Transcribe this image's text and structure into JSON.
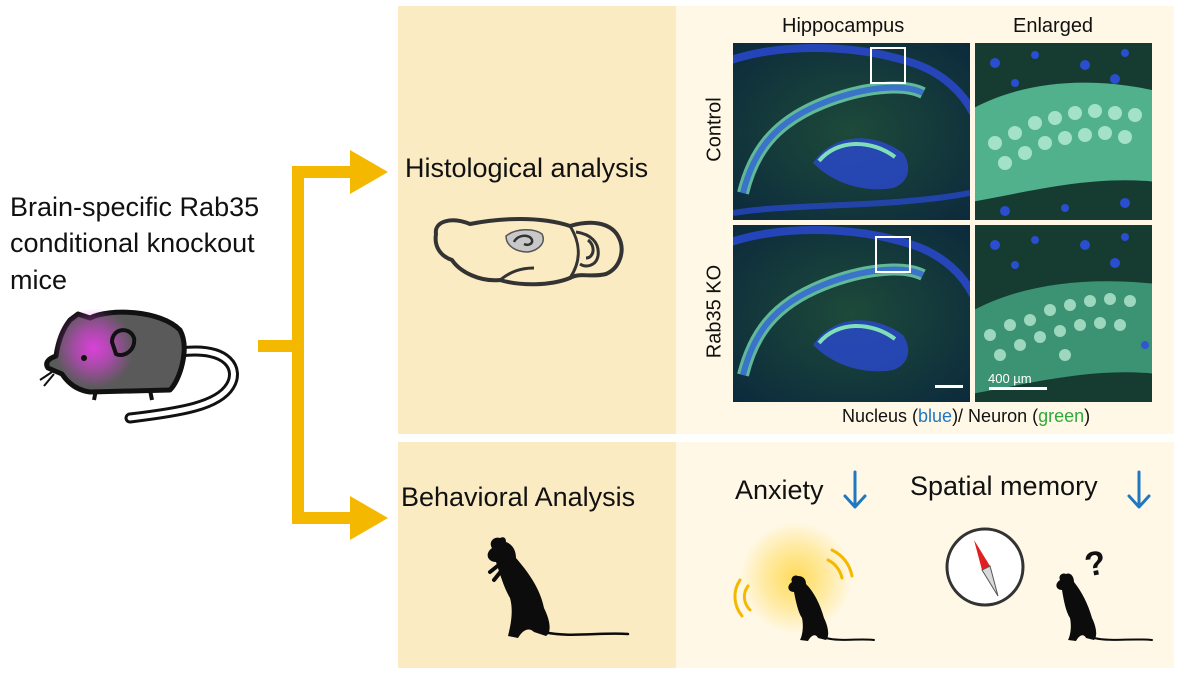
{
  "mouse_model": {
    "line1": "Brain-specific Rab35",
    "line2": "conditional knockout",
    "line3": "mice"
  },
  "histology": {
    "title": "Histological analysis",
    "col_hippocampus": "Hippocampus",
    "col_enlarged": "Enlarged",
    "row_control": "Control",
    "row_ko": "Rab35 KO",
    "scale_bar": "400 µm",
    "legend_prefix": "Nucleus (",
    "legend_blue": "blue",
    "legend_mid": ")/ Neuron (",
    "legend_green": "green",
    "legend_suffix": ")"
  },
  "behavior": {
    "title": "Behavioral Analysis",
    "anxiety": "Anxiety",
    "spatial_memory": "Spatial memory",
    "question_mark": "?"
  },
  "colors": {
    "arrow": "#F5B800",
    "panel_left": "#FBEBC2",
    "panel_right": "#FFF8E6",
    "down_arrow": "#1F78C1",
    "nucleus_blue": "#1F78C1",
    "neuron_green": "#2EAA3A",
    "brain_glow": "#E040E0"
  },
  "icons": {
    "mouse": "mouse-sideview-icon",
    "brain": "brain-outline-icon",
    "standing_mouse": "rearing-mouse-icon",
    "compass": "compass-icon",
    "down_arrow": "arrow-down-icon"
  }
}
